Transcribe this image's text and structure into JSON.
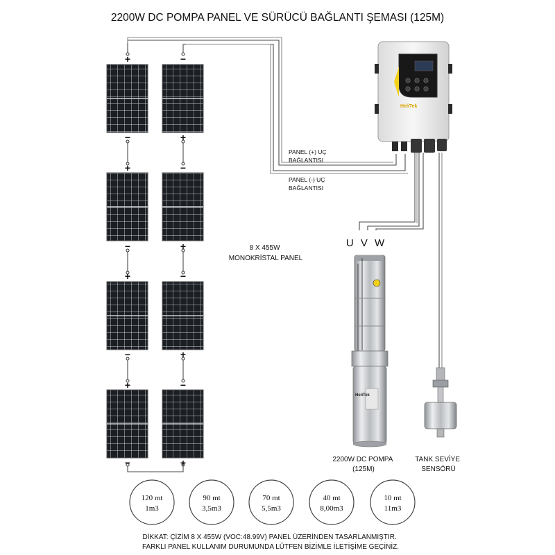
{
  "title": "2200W DC POMPA PANEL VE SÜRÜCÜ BAĞLANTI ŞEMASI (125M)",
  "panel_array_label": [
    "8 X 455W",
    "MONOKRİSTAL PANEL"
  ],
  "panel_plus_label": [
    "PANEL (+) UÇ",
    "BAĞLANTISI"
  ],
  "panel_minus_label": [
    "PANEL (-) UÇ",
    "BAĞLANTISI"
  ],
  "uvw_label": "U V W",
  "pump_label": [
    "2200W DC POMPA",
    "(125M)"
  ],
  "sensor_label": [
    "TANK SEVİYE",
    "SENSÖRÜ"
  ],
  "controller_brand": "HeliTek",
  "pump_brand": "HeliTek",
  "polarity": {
    "plus": "+",
    "minus": "−"
  },
  "performance": [
    {
      "depth": "120 mt",
      "flow": "1m3"
    },
    {
      "depth": "90 mt",
      "flow": "3,5m3"
    },
    {
      "depth": "70 mt",
      "flow": "5,5m3"
    },
    {
      "depth": "40 mt",
      "flow": "8,00m3"
    },
    {
      "depth": "10 mt",
      "flow": "11m3"
    }
  ],
  "note": [
    "DİKKAT: ÇİZİM 8 X 455W (VOC:48.99V) PANEL ÜZERİNDEN  TASARLANMIŞTIR.",
    "FARKLI PANEL KULLANIM DURUMUNDA LÜTFEN BİZİMLE İLETİŞİME GEÇİNİZ."
  ],
  "colors": {
    "panel_cell": "#1b1f24",
    "panel_grid": "#c9ccd0",
    "controller_body": "#f1f1f1",
    "controller_accent": "#f2d11b",
    "steel": "#c7c9cc"
  }
}
